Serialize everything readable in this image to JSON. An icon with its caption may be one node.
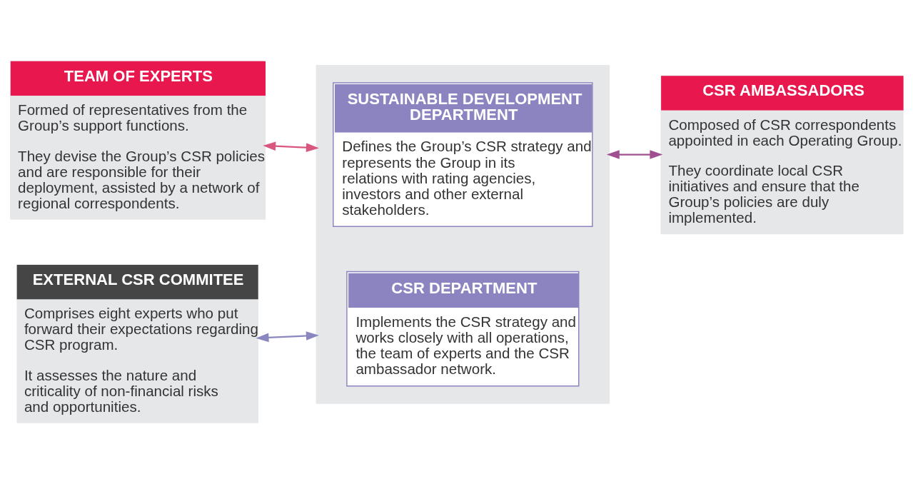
{
  "diagram": {
    "nodes": [
      {
        "text": [],
        "shape": "box"
      },
      {
        "text": [
          "SUSTAINABLE DEVELOPMENT DEPARTMENT",
          "Defines the Group’s CSR strategy and represents the Group in its relations with rating agencies, investors and other external stakeholders."
        ],
        "in": 0
      },
      {
        "text": [
          "CSR DEPARTMENT",
          "Implements the CSR strategy and works closely with all operations, the team of experts and the CSR ambassador network."
        ],
        "in": 0
      },
      {
        "text": [
          "TEAM OF EXPERTS",
          "Formed of representatives from the Group’s support functions.",
          "They devise the Group’s CSR policies and are responsible for their deployment, assisted by a network of regional correspondents."
        ]
      },
      {
        "text": [
          "EXTERNAL CSR COMMITEE",
          "Comprises eight experts who put forward their expectations regarding CSR program.",
          "It assesses the nature and criticality of non-financial risks and opportunities."
        ]
      },
      {
        "text": [
          "CSR AMBASSADORS",
          "Composed of CSR correspondents appointed in each Operating Group.",
          "They coordinate local CSR initiatives and ensure that the Group’s policies are duly implemented."
        ]
      }
    ],
    "edges": [
      {
        "from": 3,
        "to": 0,
        "arrow": "both",
        "color": "#d9577f"
      },
      {
        "from": 4,
        "to": 0,
        "arrow": "both",
        "color": "#8a87c0"
      },
      {
        "from": 0,
        "to": 5,
        "arrow": "both",
        "color": "#a0508f"
      }
    ]
  }
}
